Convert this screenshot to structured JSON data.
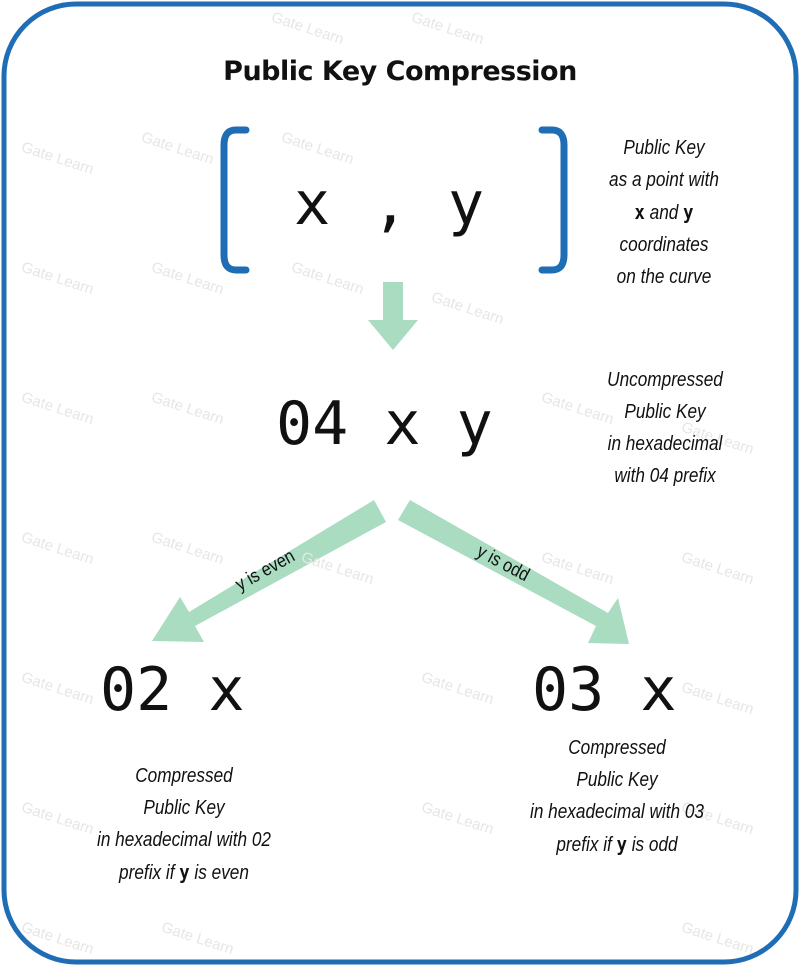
{
  "title": "Public Key Compression",
  "point": {
    "x": "x",
    "comma": ",",
    "y": "y"
  },
  "point_note": {
    "line1": "Public Key",
    "line2": "as a point with",
    "x_label": "x",
    "and": "and",
    "y_label": "y",
    "line4": "coordinates",
    "line5": "on the curve"
  },
  "uncompressed": {
    "key": "04 x y",
    "note": [
      "Uncompressed",
      "Public Key",
      "in hexadecimal",
      "with 04 prefix"
    ]
  },
  "branch_even": {
    "label": "y is even",
    "key": "02 x",
    "note_line1": "Compressed",
    "note_line2": "Public Key",
    "note_line3": "in hexadecimal with 02",
    "note_line4_pre": "prefix if",
    "note_line4_y": "y",
    "note_line4_post": "is even"
  },
  "branch_odd": {
    "label": "y is odd",
    "key": "03 x",
    "note_line1": "Compressed",
    "note_line2": "Public Key",
    "note_line3": "in hexadecimal with 03",
    "note_line4_pre": "prefix if",
    "note_line4_y": "y",
    "note_line4_post": "is odd"
  },
  "watermark": "Gate Learn",
  "colors": {
    "frame": "#1f6db5",
    "bracket": "#1f6db5",
    "arrow": "#a9dcc0",
    "text": "#111111"
  }
}
